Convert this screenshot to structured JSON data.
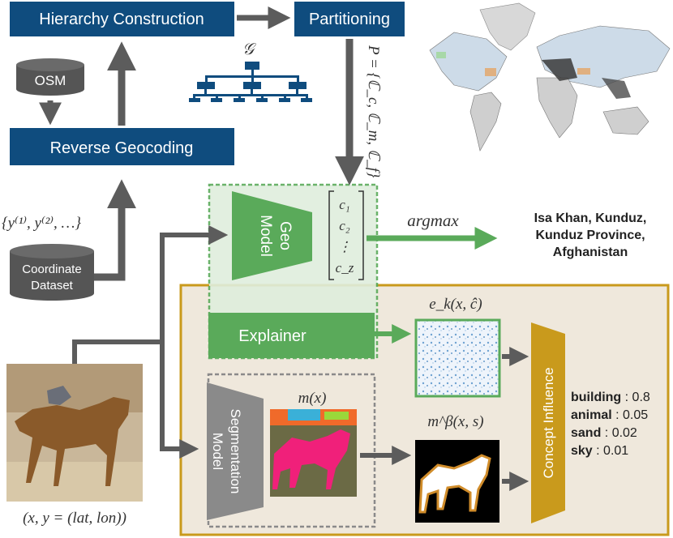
{
  "boxes": {
    "hierarchy": "Hierarchy Construction",
    "partitioning": "Partitioning",
    "reverse_geocoding": "Reverse Geocoding",
    "osm": "OSM",
    "coordinate_dataset_line1": "Coordinate",
    "coordinate_dataset_line2": "Dataset",
    "geo_model_line1": "Geo",
    "geo_model_line2": "Model",
    "explainer": "Explainer",
    "segmentation_line1": "Segmentation",
    "segmentation_line2": "Model",
    "concept_influence": "Concept Influence"
  },
  "math": {
    "hierarchy_symbol": "𝒢",
    "partition_set": "P = {ℂ_c, ℂ_m, ℂ_f}",
    "labels_set": "{y⁽¹⁾, y⁽²⁾, …}",
    "vector": [
      "c₁",
      "c₂",
      "⋮",
      "c_z"
    ],
    "argmax": "argmax",
    "explanation": "e_k(x, ĉ)",
    "segmentation": "m(x)",
    "concept_mask": "m^β(x, s)",
    "input": "(x, y = (lat, lon))"
  },
  "prediction": [
    "Isa Khan, Kunduz,",
    "Kunduz Province,",
    "Afghanistan"
  ],
  "concepts": [
    {
      "name": "building",
      "value": "0.8"
    },
    {
      "name": "animal",
      "value": "0.05"
    },
    {
      "name": "sand",
      "value": "0.02"
    },
    {
      "name": "sky",
      "value": "0.01"
    }
  ],
  "colors": {
    "navy": "#0f4c7e",
    "green": "#5aaa5a",
    "gold": "#c99a1c",
    "gray_arrow": "#5c5c5c",
    "panel_bg": "#efe8dc"
  }
}
